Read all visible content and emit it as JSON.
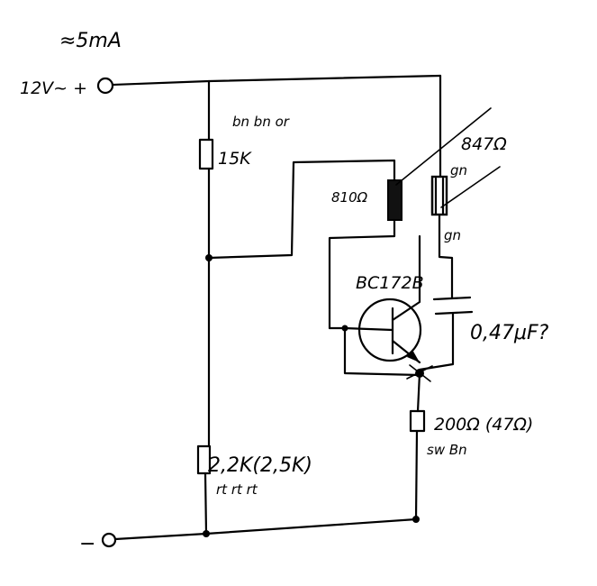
{
  "labels": {
    "current": "≈5mA",
    "supply_pos": "12V~ +",
    "supply_neg": "−",
    "r_top_colors": "bn bn or",
    "r_top_value": "15K",
    "r_mid_value": "810Ω",
    "r_right_value": "847Ω",
    "r_right_side_a": "gn",
    "r_right_side_b": "gn",
    "transistor": "BC172B",
    "capacitor": "0,47μF?",
    "r_emitter_value": "200Ω (47Ω)",
    "r_emitter_colors": "sw Bn",
    "r_bottom_value": "2,2K(2,5K)",
    "r_bottom_colors": "rt rt rt"
  }
}
